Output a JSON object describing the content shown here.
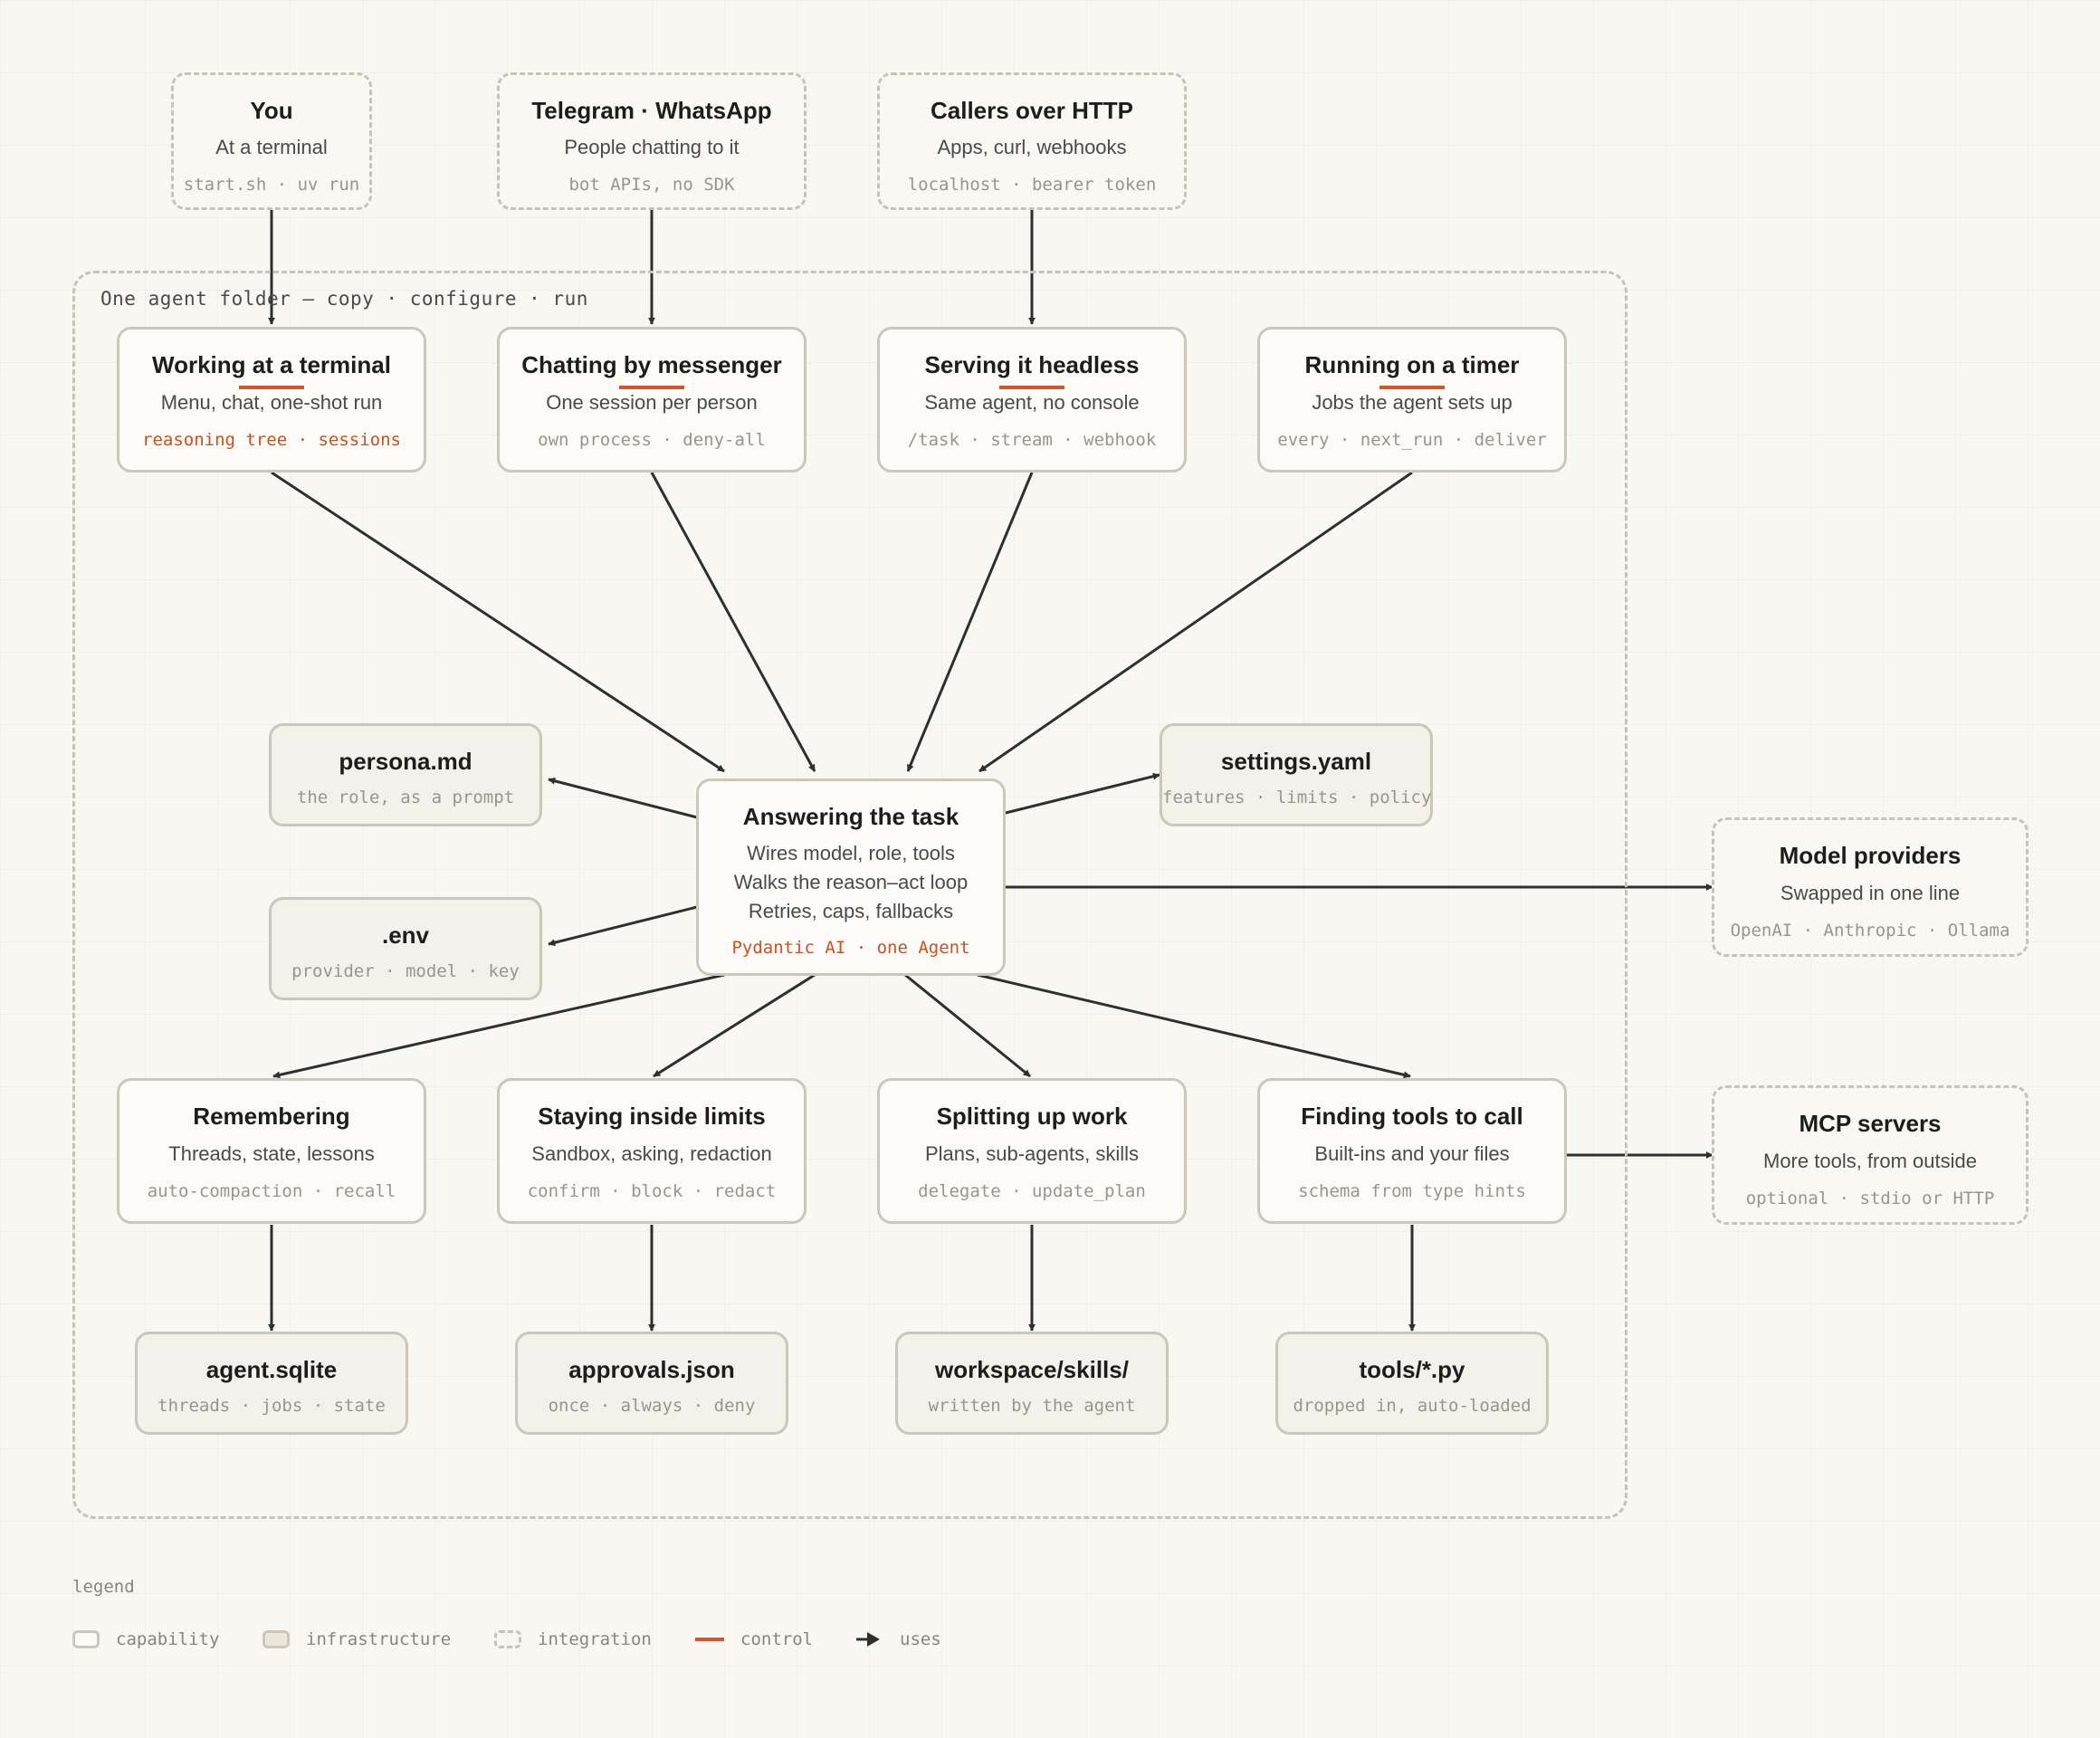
{
  "frame": {
    "label": "One agent folder — copy · configure · run"
  },
  "sources": [
    {
      "title": "You",
      "subtitle": "At a terminal",
      "meta": "start.sh · uv run"
    },
    {
      "title": "Telegram · WhatsApp",
      "subtitle": "People chatting to it",
      "meta": "bot APIs, no SDK"
    },
    {
      "title": "Callers over HTTP",
      "subtitle": "Apps, curl, webhooks",
      "meta": "localhost · bearer token"
    }
  ],
  "interfaces": [
    {
      "title": "Working at a terminal",
      "subtitle": "Menu, chat, one-shot run",
      "meta": "reasoning tree · sessions"
    },
    {
      "title": "Chatting by messenger",
      "subtitle": "One session per person",
      "meta": "own process · deny-all"
    },
    {
      "title": "Serving it headless",
      "subtitle": "Same agent, no console",
      "meta": "/task · stream · webhook"
    },
    {
      "title": "Running on a timer",
      "subtitle": "Jobs the agent sets up",
      "meta": "every · next_run · deliver"
    }
  ],
  "config": [
    {
      "title": "persona.md",
      "meta": "the role, as a prompt"
    },
    {
      "title": ".env",
      "meta": "provider · model · key"
    },
    {
      "title": "settings.yaml",
      "meta": "features · limits · policy"
    }
  ],
  "core": {
    "title": "Answering the task",
    "lines": [
      "Wires model, role, tools",
      "Walks the reason–act loop",
      "Retries, caps, fallbacks"
    ],
    "meta": "Pydantic AI · one Agent"
  },
  "capabilities": [
    {
      "title": "Remembering",
      "subtitle": "Threads, state, lessons",
      "meta": "auto-compaction · recall"
    },
    {
      "title": "Staying inside limits",
      "subtitle": "Sandbox, asking, redaction",
      "meta": "confirm · block · redact"
    },
    {
      "title": "Splitting up work",
      "subtitle": "Plans, sub-agents, skills",
      "meta": "delegate · update_plan"
    },
    {
      "title": "Finding tools to call",
      "subtitle": "Built-ins and your files",
      "meta": "schema from type hints"
    }
  ],
  "stores": [
    {
      "title": "agent.sqlite",
      "meta": "threads · jobs · state"
    },
    {
      "title": "approvals.json",
      "meta": "once · always · deny"
    },
    {
      "title": "workspace/skills/",
      "meta": "written by the agent"
    },
    {
      "title": "tools/*.py",
      "meta": "dropped in, auto-loaded"
    }
  ],
  "external": [
    {
      "title": "Model providers",
      "subtitle": "Swapped in one line",
      "meta": "OpenAI · Anthropic · Ollama"
    },
    {
      "title": "MCP servers",
      "subtitle": "More tools, from outside",
      "meta": "optional · stdio or HTTP"
    }
  ],
  "legend": {
    "title": "legend",
    "items": [
      "capability",
      "infrastructure",
      "integration",
      "control",
      "uses"
    ]
  },
  "colors": {
    "accent": "#d2562a",
    "edge": "#2f2f2f",
    "border": "#cdc7b9",
    "background": "#f9f7f2"
  }
}
